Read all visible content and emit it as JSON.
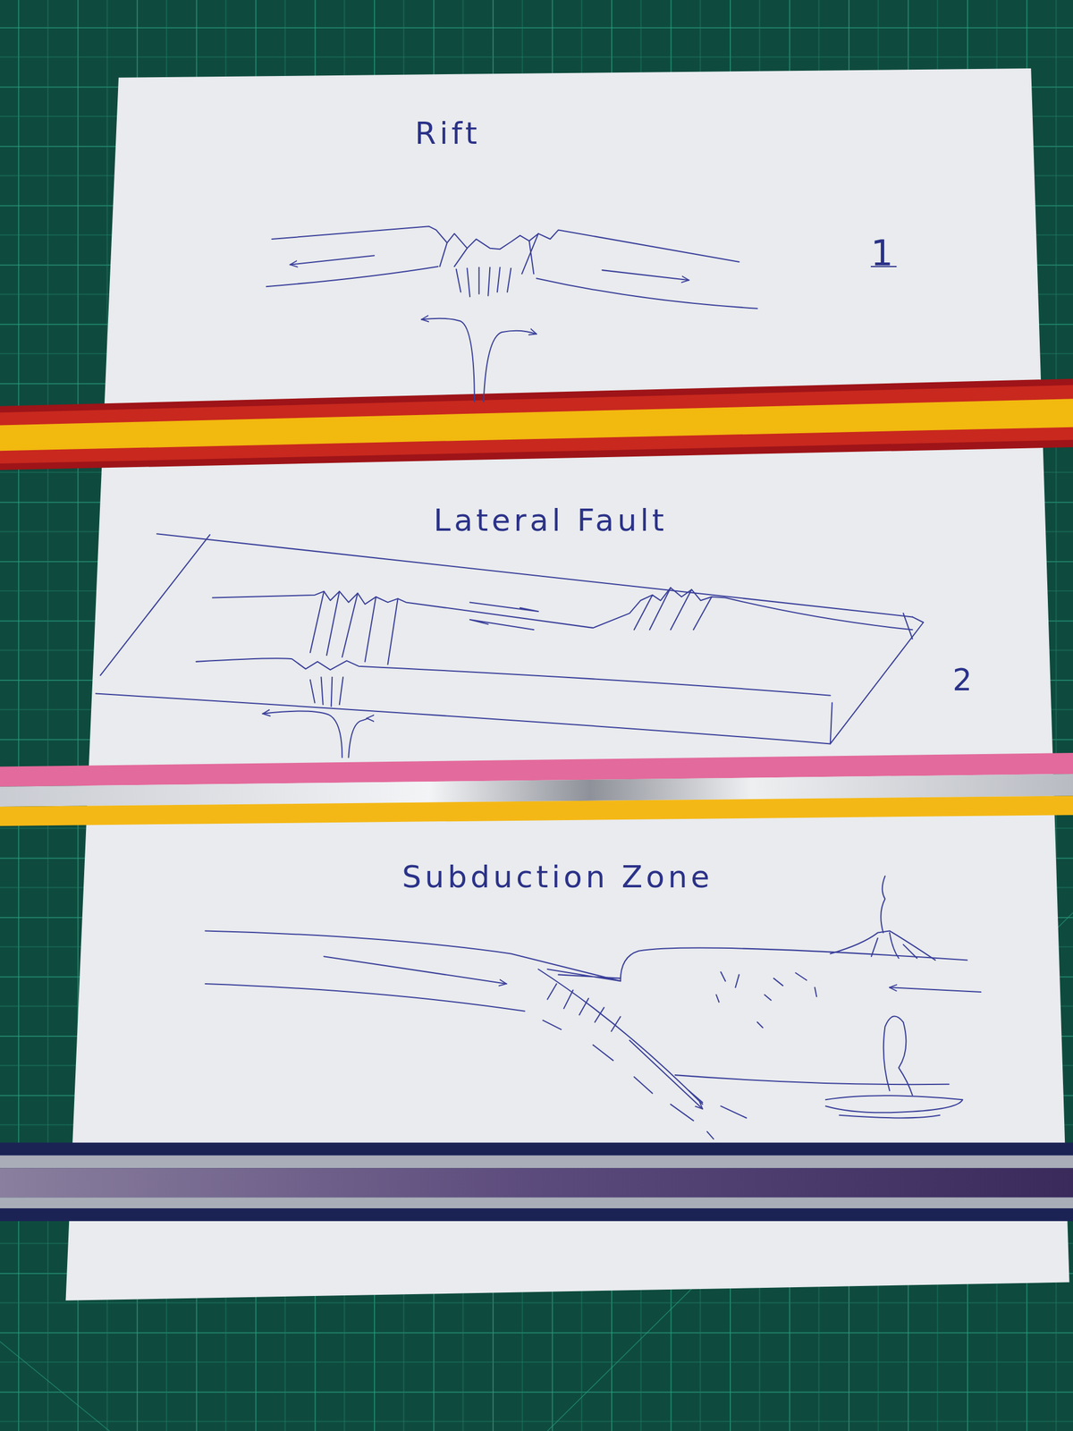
{
  "diagram": {
    "labels": [
      "Rift",
      "1",
      "Lateral Fault",
      "2",
      "Subduction Zone"
    ]
  }
}
